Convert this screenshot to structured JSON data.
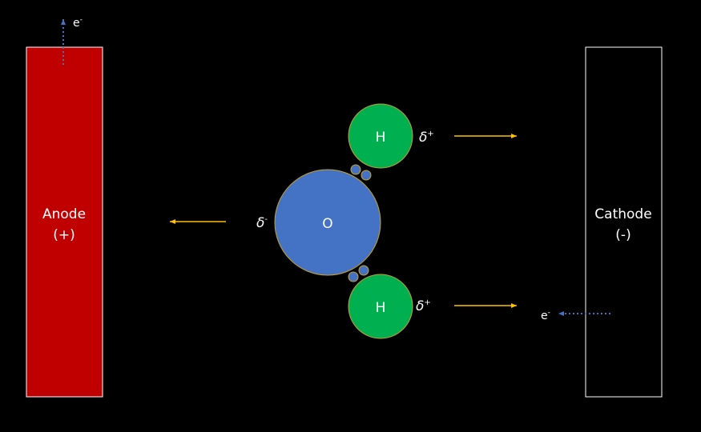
{
  "anode": {
    "label": "Anode",
    "sign": "(+)",
    "color": "#c00000"
  },
  "cathode": {
    "label": "Cathode",
    "sign": "(-)",
    "color": "#000000",
    "border": "#ffffff"
  },
  "electron": {
    "label": "e",
    "charge": "-",
    "arrow_color": "#4472c4"
  },
  "molecule": {
    "oxygen": {
      "label": "O",
      "partial_charge": "δ",
      "partial_sign": "-",
      "color": "#4472c4"
    },
    "hydrogen_top": {
      "label": "H",
      "partial_charge": "δ",
      "partial_sign": "+",
      "color": "#00b050"
    },
    "hydrogen_bottom": {
      "label": "H",
      "partial_charge": "δ",
      "partial_sign": "+",
      "color": "#00b050"
    },
    "bond_electron_color": "#4472c4",
    "outline_color": "#c9a227"
  },
  "force_arrow_color": "#ffc000"
}
